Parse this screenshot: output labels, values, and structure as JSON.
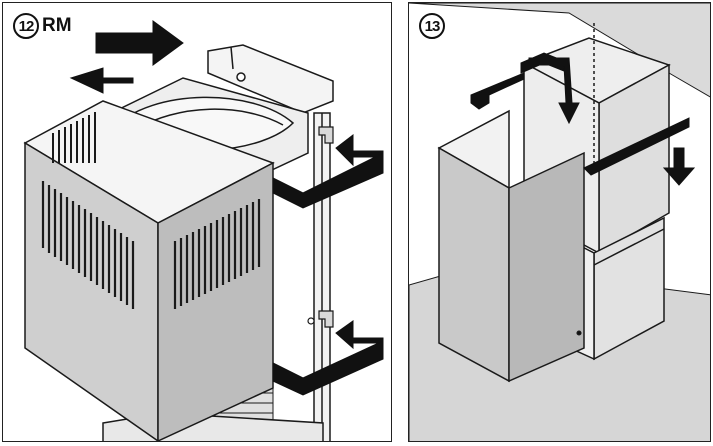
{
  "step_12": {
    "number": "12",
    "suffix": "RM"
  },
  "step_13": {
    "number": "13"
  },
  "colors": {
    "outline": "#1a1a1a",
    "chimney_light": "#e6e6e6",
    "chimney_mid": "#cfcfcf",
    "chimney_dark": "#bdbdbd",
    "ceiling": "#d7d7d7",
    "arrow": "#111111"
  }
}
